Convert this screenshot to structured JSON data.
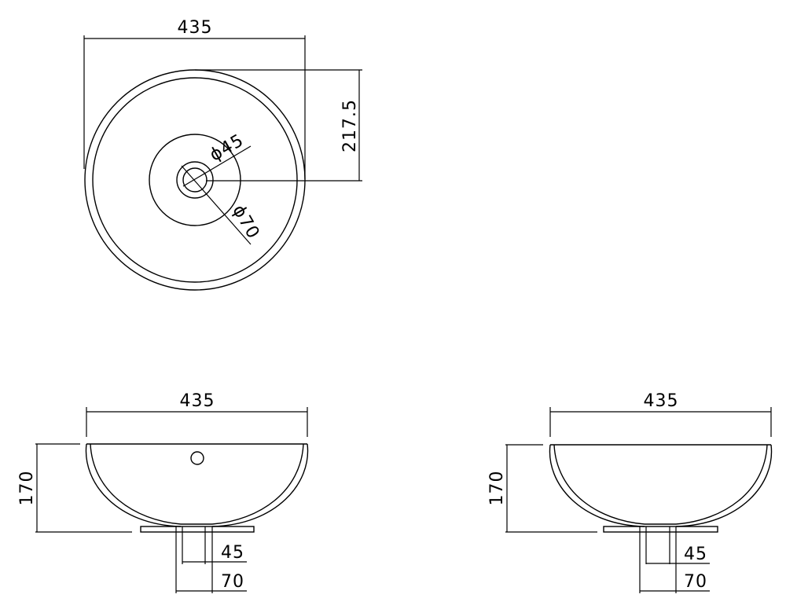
{
  "drawing": {
    "top_view": {
      "width_label": "435",
      "radius_label": "217.5",
      "drain_inner_label": "ϕ45",
      "drain_outer_label": "ϕ70"
    },
    "front_view": {
      "width_label": "435",
      "height_label": "170",
      "drain_inner_label": "45",
      "drain_outer_label": "70"
    },
    "side_view": {
      "width_label": "435",
      "height_label": "170",
      "drain_inner_label": "45",
      "drain_outer_label": "70"
    },
    "colors": {
      "line": "#000000",
      "background": "#ffffff"
    }
  }
}
